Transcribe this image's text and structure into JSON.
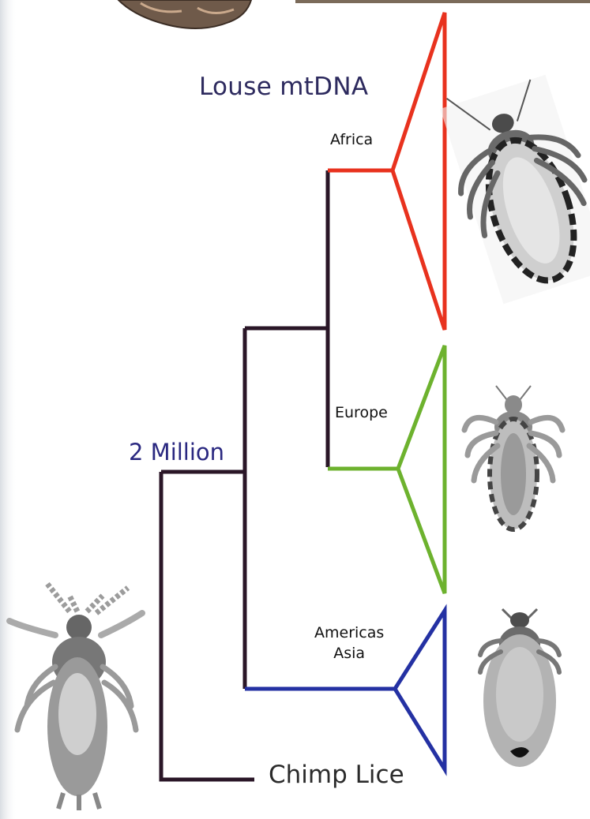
{
  "title": "Louse mtDNA",
  "clades": [
    {
      "label": "Africa",
      "color": "#e8321e"
    },
    {
      "label": "Europe",
      "color": "#6db22e"
    },
    {
      "label": "Americas\nAsia",
      "color": "#2431a3"
    }
  ],
  "node_label": "2 Million",
  "outgroup_label": "Chimp Lice",
  "colors": {
    "tree": "#2a1627",
    "background": "#ffffff",
    "edge": "#e9ecef"
  },
  "icons": [
    "louse-photo-icon",
    "decorative-stone-icon"
  ]
}
